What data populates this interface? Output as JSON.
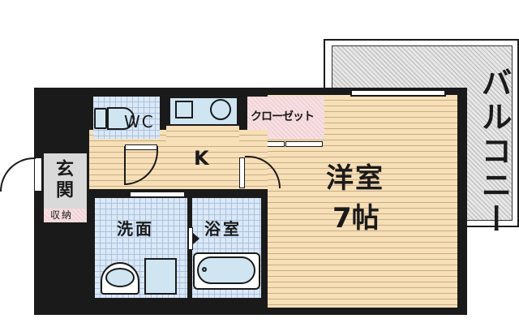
{
  "floor_plan": {
    "rooms": {
      "balcony": {
        "label": "バルコニー"
      },
      "western_room": {
        "label": "洋室",
        "size": "7帖"
      },
      "closet": {
        "label": "クローゼット"
      },
      "kitchen": {
        "label": "K"
      },
      "wc": {
        "label": "WC"
      },
      "entrance": {
        "label": "玄関"
      },
      "storage": {
        "label": "収納"
      },
      "washroom": {
        "label": "洗面"
      },
      "bathroom": {
        "label": "浴室"
      }
    },
    "colors": {
      "wall": "#1a1a1a",
      "wood_floor": "#f7dfb8",
      "tile_floor": "#dbe8f6",
      "closet_floor": "#f7dfe2",
      "balcony": "#e6e6e6",
      "entrance_floor": "#d9d9d9"
    }
  }
}
